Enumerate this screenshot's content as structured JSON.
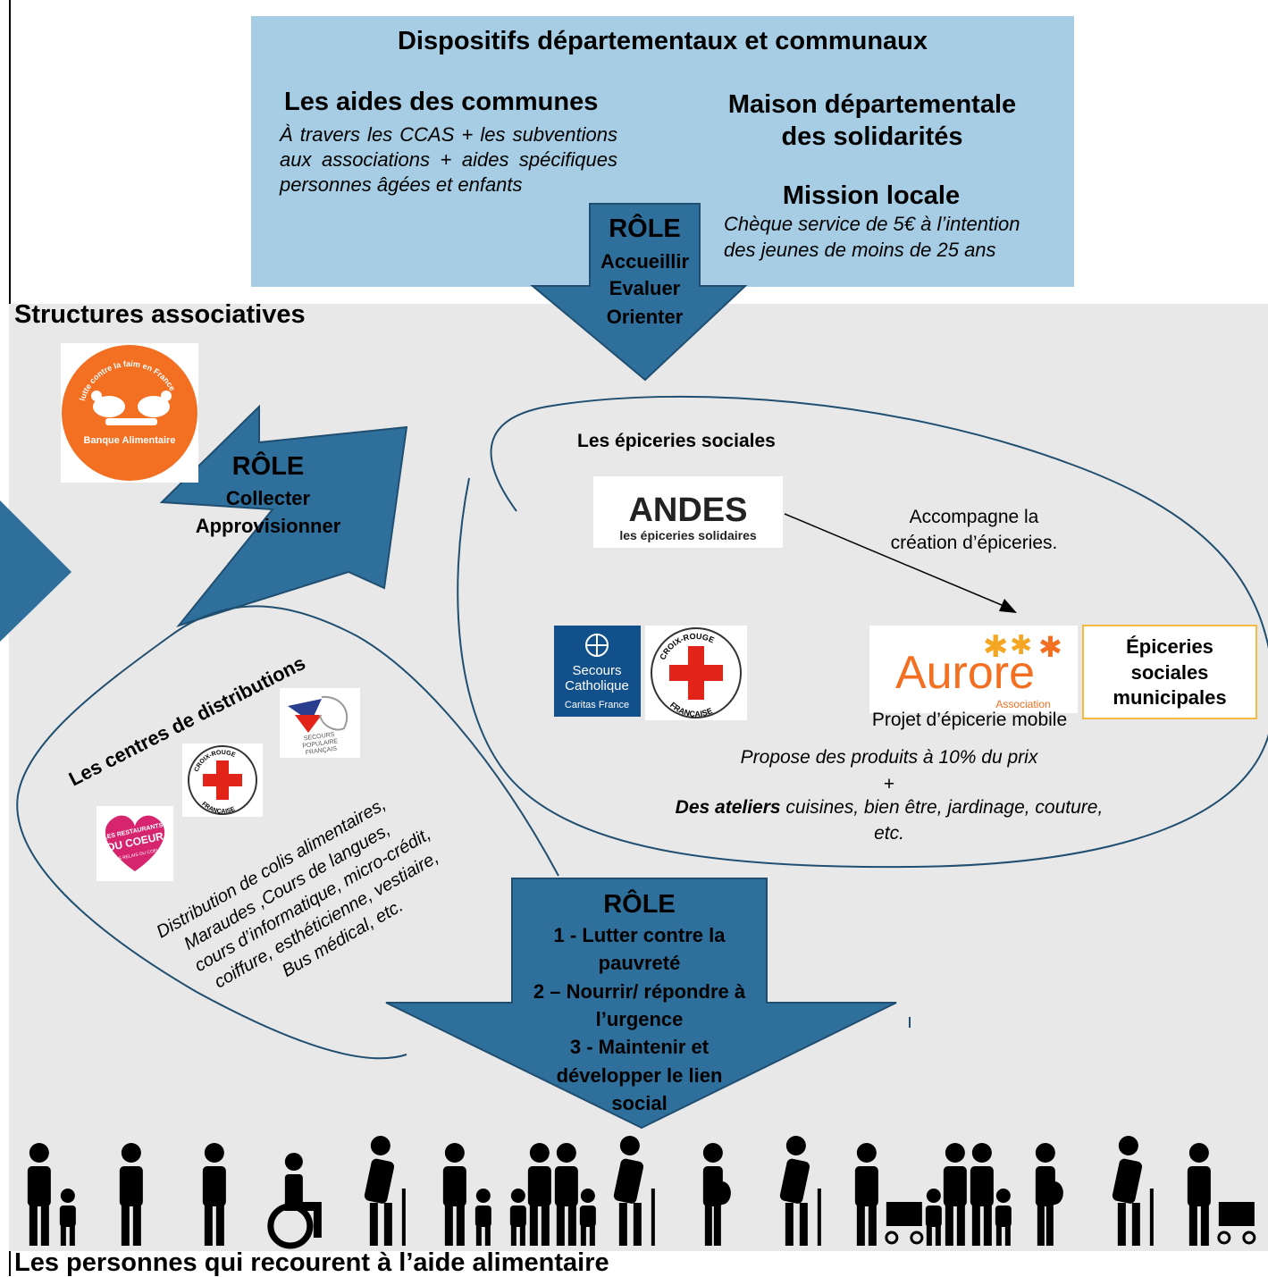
{
  "top": {
    "title": "Dispositifs départementaux et communaux",
    "communes_title": "Les aides des communes",
    "communes_text": "À travers les CCAS + les subventions aux associations + aides spécifiques personnes âgées et enfants",
    "maison_title_line1": "Maison départementale",
    "maison_title_line2": "des solidarités",
    "mission_title": "Mission locale",
    "mission_text_line1": "Chèque service de 5€ à l’intention",
    "mission_text_line2": "des jeunes de moins de 25 ans"
  },
  "role_top": {
    "heading": "RÔLE",
    "lines": [
      "Accueillir",
      "Evaluer",
      "Orienter"
    ]
  },
  "assoc": {
    "title": "Structures associatives"
  },
  "banque": {
    "ring_text": "lutte contre la faim en France",
    "name": "Banque Alimentaire"
  },
  "role_left": {
    "heading": "RÔLE",
    "lines": [
      "Collecter",
      "Approvisionner"
    ]
  },
  "epiceries": {
    "title": "Les épiceries sociales",
    "andes_name": "ANDES",
    "andes_sub": "les épiceries solidaires",
    "accompagne_line1": "Accompagne la",
    "accompagne_line2": "création d’épiceries.",
    "secours_line1": "Secours",
    "secours_line2": "Catholique",
    "secours_line3": "Caritas France",
    "croix_top": "CROIX-ROUGE",
    "croix_bottom": "FRANÇAISE",
    "aurore_name": "Aurore",
    "aurore_sub": "Association",
    "projet": "Projet d’épicerie mobile",
    "municipales_line1": "Épiceries",
    "municipales_line2": "sociales",
    "municipales_line3": "municipales",
    "propose": "Propose des produits à 10% du prix",
    "plus": "+",
    "ateliers_bold": "Des ateliers",
    "ateliers_rest": " cuisines, bien être, jardinage, couture,",
    "etc": "etc."
  },
  "centres": {
    "title": "Les centres de distributions",
    "lines": [
      "Distribution de colis alimentaires,",
      "Maraudes ,Cours de langues,",
      "cours d’informatique, micro-crédit,",
      "coiffure, esthéticienne, vestiaire,",
      "Bus médical, etc."
    ],
    "croix_top": "CROIX-ROUGE",
    "croix_bottom": "FRANÇAISE",
    "secours_pop_line1": "SECOURS",
    "secours_pop_line2": "POPULAIRE",
    "secours_pop_line3": "FRANÇAIS",
    "restos_line1": "LES RESTAURANTS",
    "restos_line2": "DU COEUR",
    "restos_line3": "LES RELAIS DU COEUR"
  },
  "role_bottom": {
    "heading": "RÔLE",
    "lines": [
      "1 - Lutter contre la",
      "pauvreté",
      "2 – Nourrir/ répondre à",
      "l’urgence",
      "3 -  Maintenir et",
      "développer le lien",
      "social"
    ]
  },
  "people": {
    "caption": "Les personnes qui recourent à l’aide alimentaire",
    "icons": [
      "parent-child-icon",
      "person-icon",
      "person-icon",
      "wheelchair-icon",
      "elderly-cane-icon",
      "parent-child-icon",
      "family-icon",
      "elderly-cane-icon",
      "pregnant-woman-icon",
      "elderly-cane-icon",
      "parent-stroller-icon",
      "family-icon",
      "pregnant-woman-icon",
      "elderly-cane-icon",
      "parent-stroller-icon"
    ]
  },
  "colors": {
    "arrow": "#2f6f9b",
    "arrow_stroke": "#1f4e70",
    "top_panel": "#a6cde4",
    "assoc_panel": "#e8e8e8",
    "orange": "#f36f21",
    "red": "#e2231a",
    "secours_blue": "#12508c",
    "aurore_box": "#f5b942"
  }
}
